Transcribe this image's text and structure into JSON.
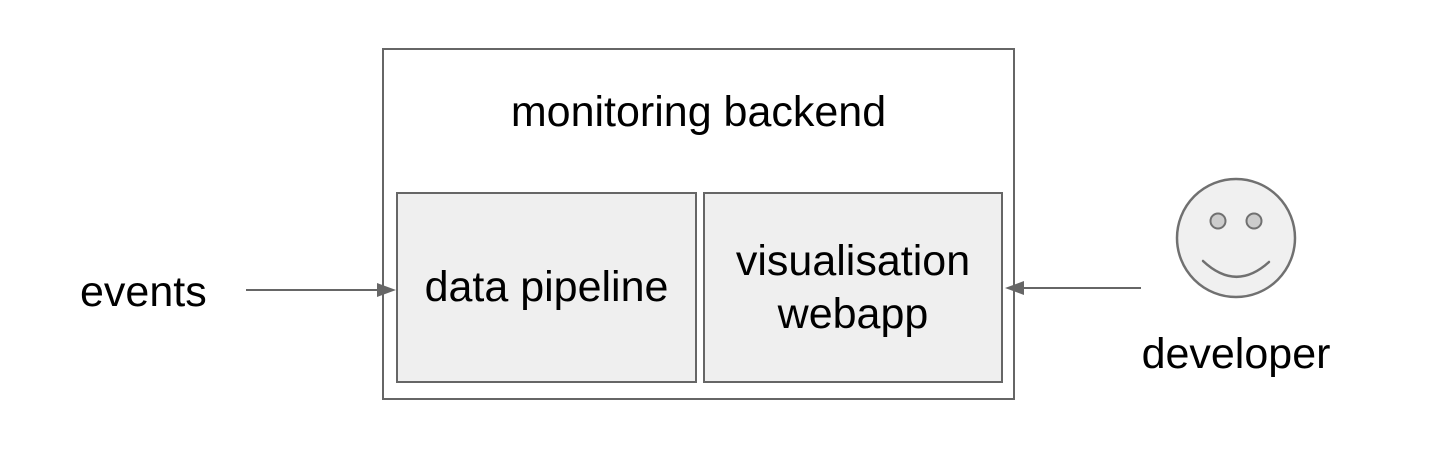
{
  "diagram": {
    "title": "monitoring backend",
    "boxes": {
      "data_pipeline": {
        "label": "data pipeline"
      },
      "visualisation_webapp": {
        "label": "visualisation\nwebapp"
      }
    },
    "external": {
      "events_label": "events",
      "developer_label": "developer",
      "developer_icon": "smiley-face-icon"
    },
    "arrows": [
      {
        "from": "events",
        "to": "data pipeline",
        "direction": "right"
      },
      {
        "from": "developer",
        "to": "visualisation webapp",
        "direction": "left"
      }
    ],
    "colors": {
      "background": "#ffffff",
      "box_border": "#666666",
      "inner_box_fill": "#efefef",
      "outer_box_fill": "#ffffff",
      "arrow": "#666666",
      "face_fill": "#f0f0f0",
      "face_stroke": "#707070",
      "eye_fill": "#cccccc",
      "text": "#000000"
    }
  }
}
